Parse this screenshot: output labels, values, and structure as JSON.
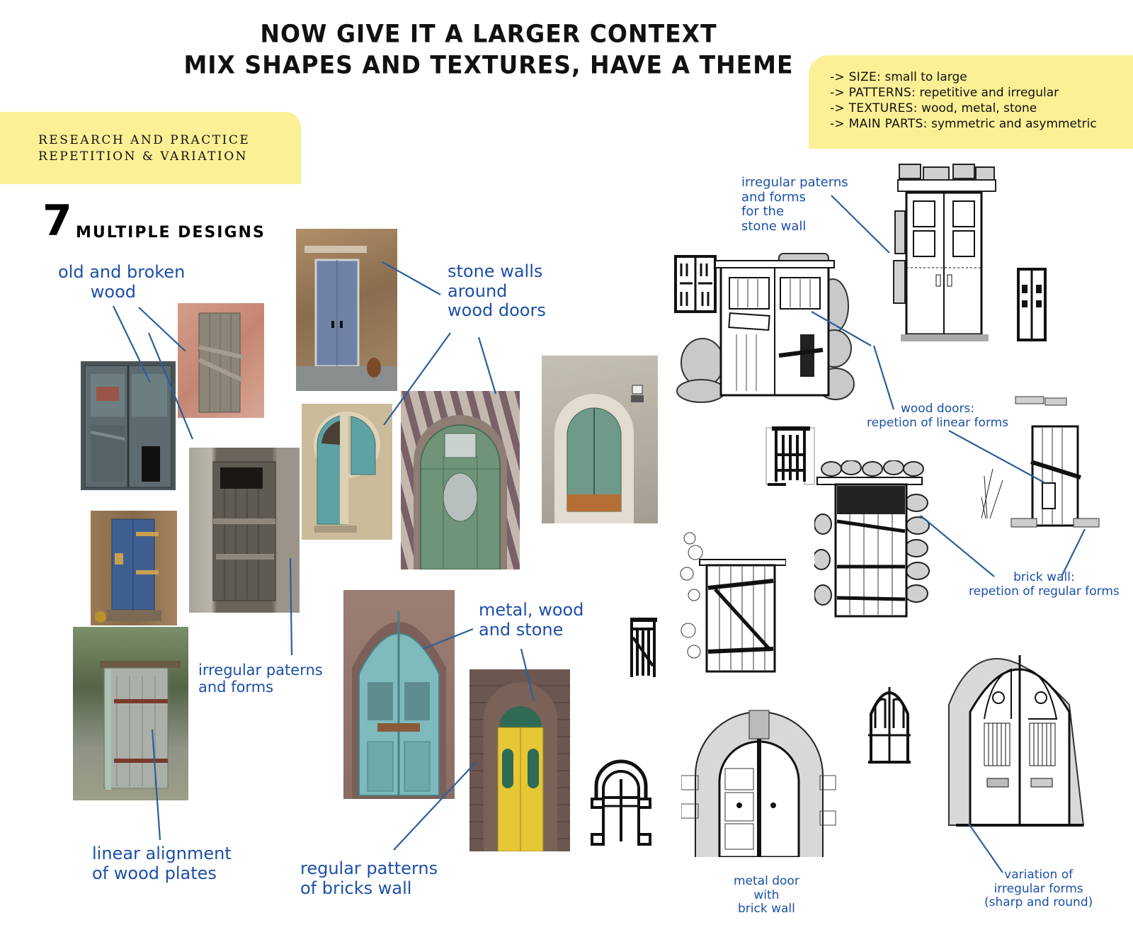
{
  "header": {
    "title_line1": "NOW GIVE IT  A LARGER CONTEXT",
    "title_line2": "MIX SHAPES AND TEXTURES, HAVE A THEME"
  },
  "research_box": {
    "line1": "RESEARCH AND PRACTICE",
    "line2": "REPETITION & VARIATION"
  },
  "criteria_box": {
    "items": [
      {
        "key": "-> SIZE:",
        "value": " small to large"
      },
      {
        "key": "-> PATTERNS:",
        "value": " repetitive and irregular"
      },
      {
        "key": "-> TEXTURES:",
        "value": " wood, metal, stone"
      },
      {
        "key": "-> MAIN PARTS:",
        "value": " symmetric and asymmetric"
      }
    ]
  },
  "section": {
    "number": "7",
    "title": "MULTIPLE DESIGNS"
  },
  "annotations": {
    "old_broken_wood": "old and broken\n      wood",
    "stone_walls": "stone walls\naround\nwood doors",
    "irregular_patterns_left": "irregular paterns\nand forms",
    "metal_wood_stone": "metal, wood\nand stone",
    "linear_alignment": "linear alignment\nof wood plates",
    "regular_patterns_bricks": "regular patterns\nof bricks wall",
    "irregular_patterns_stone_wall": "irregular paterns\nand forms\nfor the\nstone wall",
    "wood_doors_linear": "wood doors:\nrepetion of linear forms",
    "brick_wall_regular": "brick wall:\nrepetion of regular forms",
    "metal_door_brick": "metal door\nwith\nbrick wall",
    "variation_irregular": "variation of\nirregular forms\n(sharp and round)"
  },
  "photos": [
    {
      "name": "photo-pink-wall-boarded-door",
      "colors": [
        "#c98f7e",
        "#8a8174"
      ]
    },
    {
      "name": "photo-teal-double-door-broken",
      "colors": [
        "#4d5a5e",
        "#6d7b7f"
      ]
    },
    {
      "name": "photo-blue-door-stone-wall",
      "colors": [
        "#a3825e",
        "#6f84a8"
      ]
    },
    {
      "name": "photo-weathered-wood-door-stone",
      "colors": [
        "#6f6a60",
        "#a19a8e"
      ]
    },
    {
      "name": "photo-blue-broken-door",
      "colors": [
        "#8a6b4a",
        "#3d5f92"
      ]
    },
    {
      "name": "photo-outhouse-door",
      "colors": [
        "#5e6b55",
        "#9aa39a"
      ]
    },
    {
      "name": "photo-art-nouveau-teal-door",
      "colors": [
        "#c9b99a",
        "#5a9ea2"
      ]
    },
    {
      "name": "photo-green-arched-door-brick",
      "colors": [
        "#7a6a6c",
        "#6f9478"
      ]
    },
    {
      "name": "photo-green-arched-door-stone",
      "colors": [
        "#bdb7a9",
        "#6f9a8a"
      ]
    },
    {
      "name": "photo-gothic-turquoise-door",
      "colors": [
        "#8a6f68",
        "#7fb9bd"
      ]
    },
    {
      "name": "photo-yellow-door-brown-wall",
      "colors": [
        "#6b5650",
        "#e6c734"
      ]
    }
  ],
  "colors": {
    "annotation_blue": "#1d4fa8",
    "leader_line": "#2b5f9b",
    "highlight_yellow": "#fbf095"
  }
}
